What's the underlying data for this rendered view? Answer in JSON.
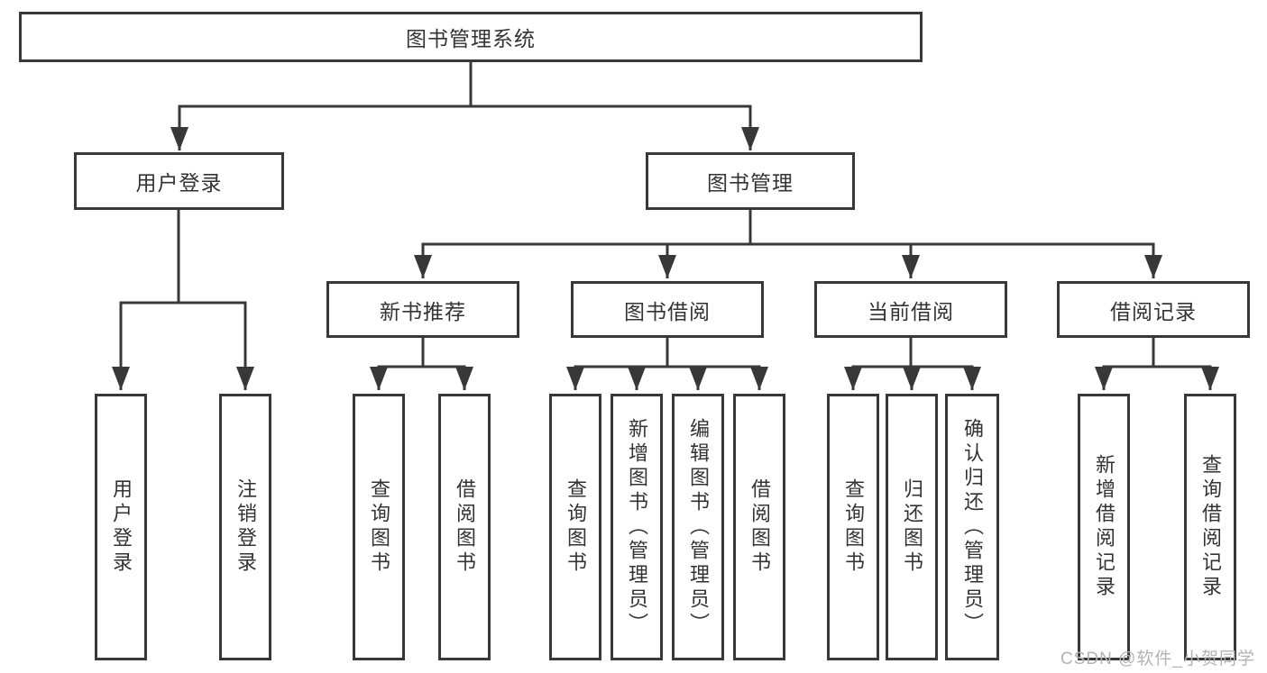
{
  "diagram": {
    "title_node": {
      "label": "图书管理系统"
    },
    "level2": [
      {
        "label": "用户登录"
      },
      {
        "label": "图书管理"
      }
    ],
    "level3": [
      {
        "label": "新书推荐"
      },
      {
        "label": "图书借阅"
      },
      {
        "label": "当前借阅"
      },
      {
        "label": "借阅记录"
      }
    ],
    "leaves": {
      "user_login": [
        "用户登录",
        "注销登录"
      ],
      "new_book_recommend": [
        "查询图书",
        "借阅图书"
      ],
      "book_borrow": [
        "查询图书",
        "新增图书（管理员）",
        "编辑图书（管理员）",
        "借阅图书"
      ],
      "current_borrow": [
        "查询图书",
        "归还图书",
        "确认归还（管理员）"
      ],
      "borrow_records": [
        "新增借阅记录",
        "查询借阅记录"
      ]
    }
  },
  "watermark": {
    "text": "CSDN @软件_小贺同学"
  },
  "colors": {
    "line": "#383838",
    "text": "#333333",
    "watermark": "#b3b3b3",
    "background": "#ffffff"
  }
}
